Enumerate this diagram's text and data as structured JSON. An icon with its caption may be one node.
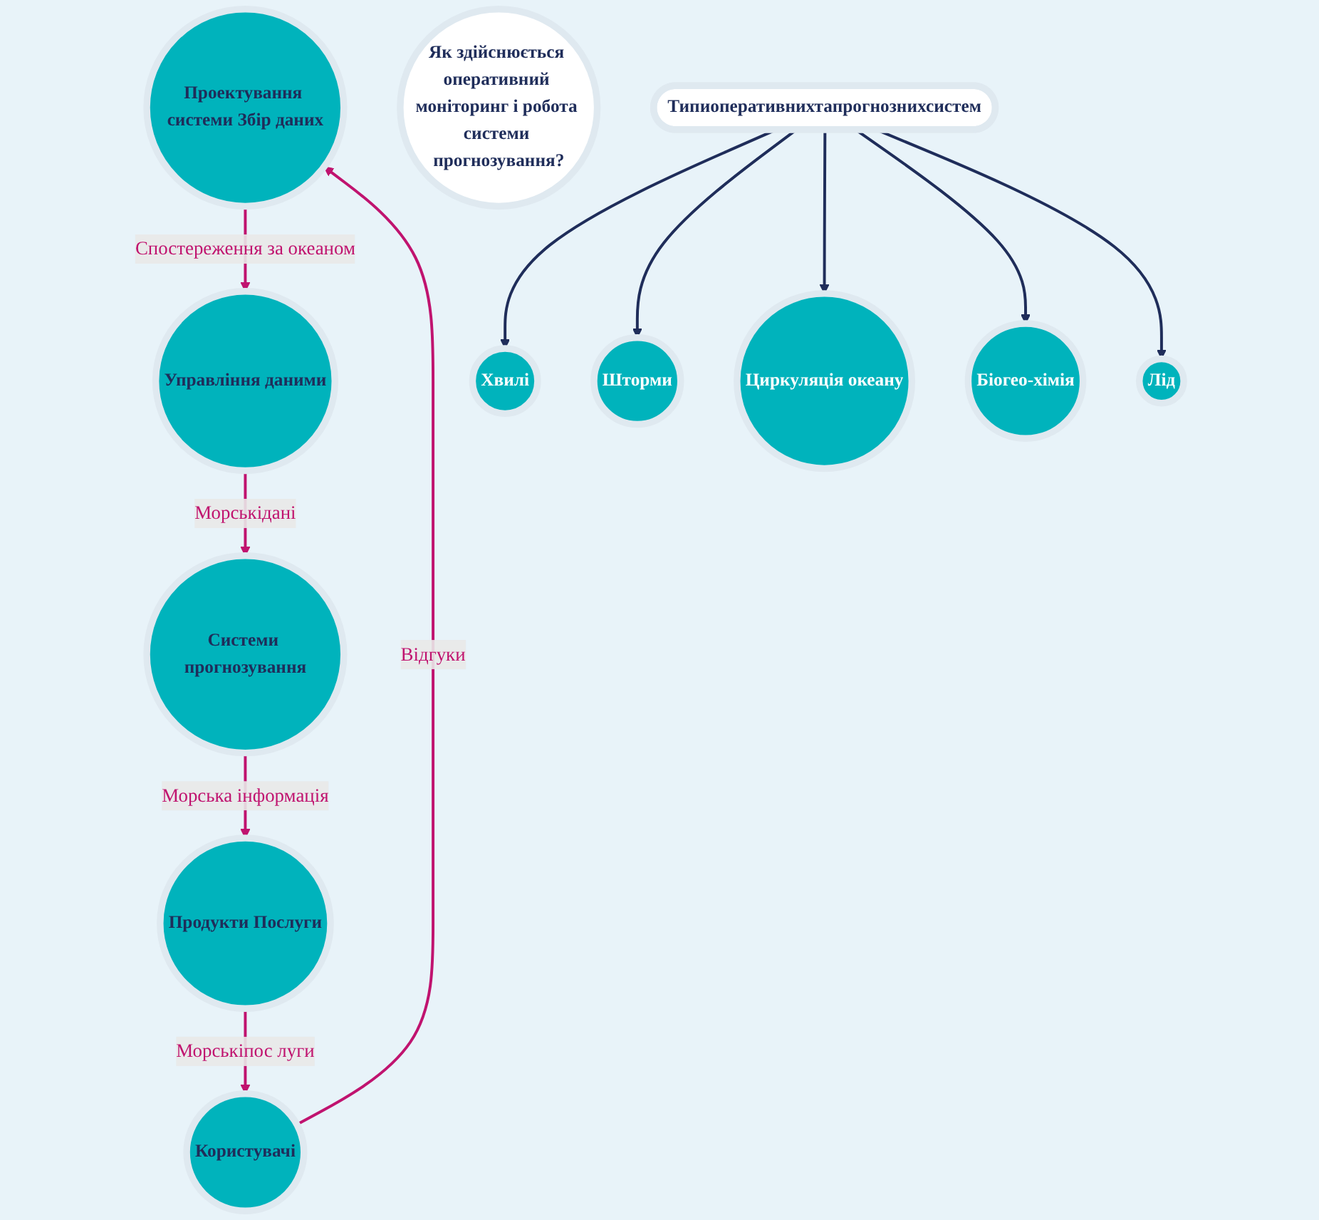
{
  "diagram": {
    "nodes": [
      {
        "text": [
          "Проектування системи Збір даних"
        ]
      },
      {
        "text": [
          "Управління даними"
        ]
      },
      {
        "text": [
          "Системи прогнозування"
        ]
      },
      {
        "text": [
          "Продукти Послуги"
        ]
      },
      {
        "text": [
          "Користувачі"
        ]
      },
      {
        "text": [
          "Як здійснюється оперативний моніторинг і робота системи прогнозування?"
        ]
      },
      {
        "text": [
          "Типиоперативнихтапрогнознихсистем"
        ]
      },
      {
        "text": [
          "Хвилі"
        ]
      },
      {
        "text": [
          "Шторми"
        ]
      },
      {
        "text": [
          "Циркуляція океану"
        ]
      },
      {
        "text": [
          "Біогео-хімія"
        ]
      },
      {
        "text": [
          "Лід"
        ]
      }
    ],
    "edges": [
      {
        "from": 0,
        "to": 1,
        "arrow": "to",
        "label": "Спостереження за океаном",
        "color": "#c0136f"
      },
      {
        "from": 1,
        "to": 2,
        "arrow": "to",
        "label": "Морськідані",
        "color": "#c0136f"
      },
      {
        "from": 2,
        "to": 3,
        "arrow": "to",
        "label": "Морська інформація",
        "color": "#c0136f"
      },
      {
        "from": 3,
        "to": 4,
        "arrow": "to",
        "label": "Морськіпос луги",
        "color": "#c0136f"
      },
      {
        "from": 4,
        "to": 0,
        "arrow": "to",
        "label": "Відгуки",
        "color": "#c0136f"
      },
      {
        "from": 6,
        "to": 7,
        "arrow": "to",
        "color": "#1f2d5a"
      },
      {
        "from": 6,
        "to": 8,
        "arrow": "to",
        "color": "#1f2d5a"
      },
      {
        "from": 6,
        "to": 9,
        "arrow": "to",
        "color": "#1f2d5a"
      },
      {
        "from": 6,
        "to": 10,
        "arrow": "to",
        "color": "#1f2d5a"
      },
      {
        "from": 6,
        "to": 11,
        "arrow": "to",
        "color": "#1f2d5a"
      }
    ]
  }
}
